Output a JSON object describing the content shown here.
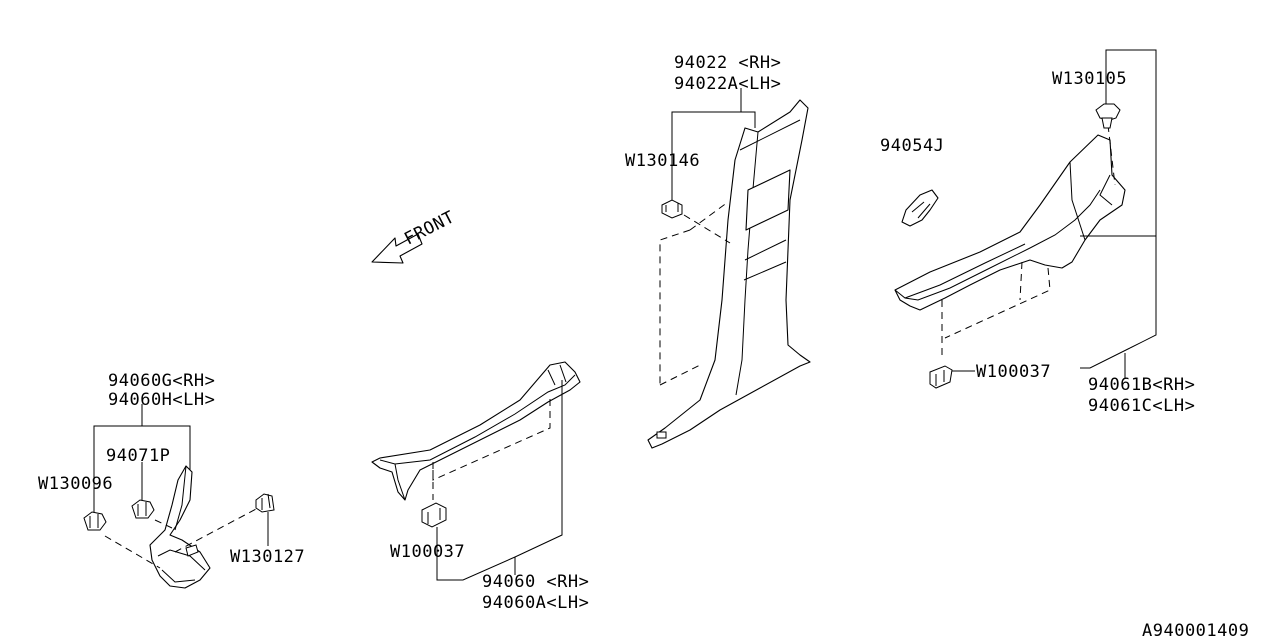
{
  "labels": {
    "p94022": "94022 <RH>",
    "p94022a": "94022A<LH>",
    "w130105": "W130105",
    "w130146": "W130146",
    "p94054j": "94054J",
    "front": "FRONT",
    "w100037_right": "W100037",
    "p94061b": "94061B<RH>",
    "p94061c": "94061C<LH>",
    "p94060g": "94060G<RH>",
    "p94060h": "94060H<LH>",
    "p94071p": "94071P",
    "w130096": "W130096",
    "w130127": "W130127",
    "w100037_center": "W100037",
    "p94060": "94060 <RH>",
    "p94060a": "94060A<LH>",
    "diagram_id": "A940001409"
  },
  "colors": {
    "line": "#000000",
    "background": "#ffffff"
  }
}
